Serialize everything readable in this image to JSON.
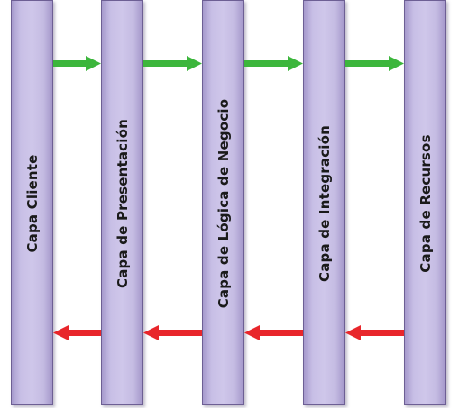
{
  "layers": [
    {
      "label": "Capa Cliente"
    },
    {
      "label": "Capa de Presentación"
    },
    {
      "label": "Capa de Lógica de Negocio"
    },
    {
      "label": "Capa de Integración"
    },
    {
      "label": "Capa de Recursos"
    }
  ],
  "colors": {
    "request_arrow": "#3cb63c",
    "response_arrow": "#e8262b",
    "layer_fill": "#c8bfe6",
    "layer_border": "#6d5f94"
  }
}
